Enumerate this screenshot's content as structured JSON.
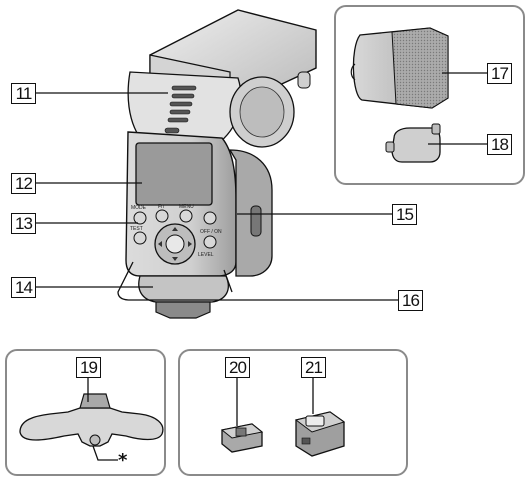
{
  "callouts": {
    "c11": "11",
    "c12": "12",
    "c13": "13",
    "c14": "14",
    "c15": "15",
    "c16": "16",
    "c17": "17",
    "c18": "18",
    "c19": "19",
    "c20": "20",
    "c21": "21"
  },
  "marks": {
    "asterisk": "*"
  },
  "flash_labels": {
    "mode": "MODE",
    "fn": "Fn",
    "menu": "MENU",
    "test": "TEST",
    "off_on": "OFF / ON",
    "level": "LEVEL"
  },
  "colors": {
    "outline": "#111111",
    "panel_border": "#8a8a8a",
    "body_light": "#e6e6e6",
    "body_mid": "#bdbdbd",
    "body_dark": "#6e6e6e",
    "lcd": "#9a9a9a"
  }
}
